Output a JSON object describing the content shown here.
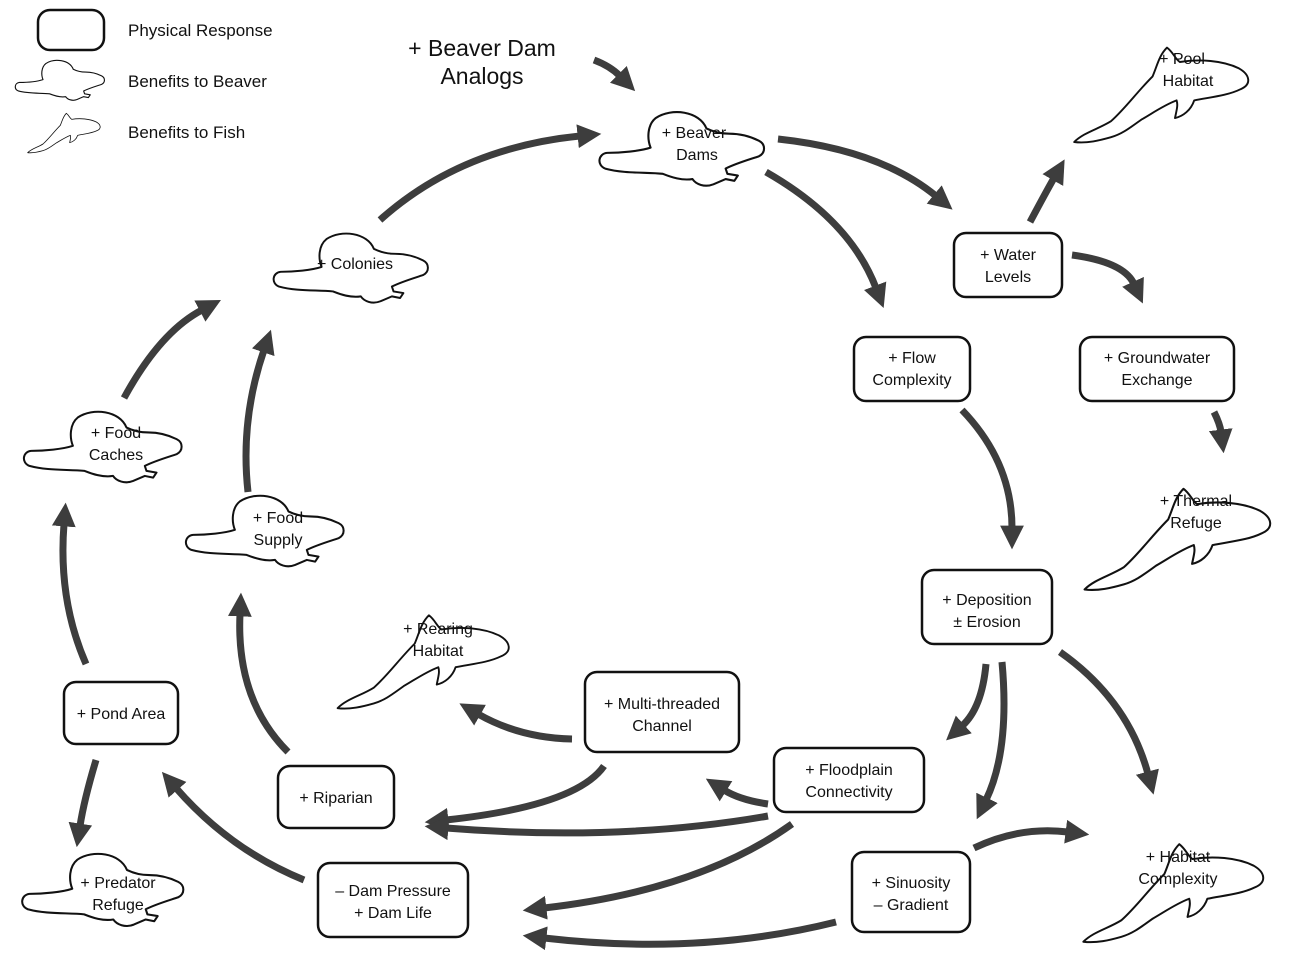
{
  "legend": {
    "physical_response": "Physical Response",
    "benefits_beaver": "Benefits to Beaver",
    "benefits_fish": "Benefits to Fish"
  },
  "title": [
    "+ Beaver Dam",
    "Analogs"
  ],
  "nodes": {
    "beaver_dams": [
      "+ Beaver",
      "Dams"
    ],
    "water_levels": [
      "+ Water",
      "Levels"
    ],
    "pool_habitat": [
      "+ Pool",
      "Habitat"
    ],
    "flow_complexity": [
      "+ Flow",
      "Complexity"
    ],
    "groundwater_exchange": [
      "+ Groundwater",
      "Exchange"
    ],
    "thermal_refuge": [
      "+ Thermal",
      "Refuge"
    ],
    "deposition_erosion": [
      "+ Deposition",
      "± Erosion"
    ],
    "colonies": [
      "+ Colonies"
    ],
    "food_caches": [
      "+ Food",
      "Caches"
    ],
    "food_supply": [
      "+ Food",
      "Supply"
    ],
    "rearing_habitat": [
      "+ Rearing",
      "Habitat"
    ],
    "multi_threaded_channel": [
      "+ Multi-threaded",
      "Channel"
    ],
    "pond_area": [
      "+ Pond Area"
    ],
    "riparian": [
      "+ Riparian"
    ],
    "floodplain_connectivity": [
      "+ Floodplain",
      "Connectivity"
    ],
    "predator_refuge": [
      "+ Predator",
      "Refuge"
    ],
    "dam_pressure_life": [
      "– Dam Pressure",
      "+ Dam Life"
    ],
    "sinuosity_gradient": [
      "+ Sinuosity",
      "– Gradient"
    ],
    "habitat_complexity": [
      "+ Habitat",
      "Complexity"
    ]
  },
  "colors": {
    "stroke": "#111111",
    "arrow": "#3d3d3d",
    "background": "#ffffff"
  },
  "icons": {
    "box": "rounded-box",
    "beaver": "beaver-silhouette",
    "fish": "fish-silhouette"
  }
}
